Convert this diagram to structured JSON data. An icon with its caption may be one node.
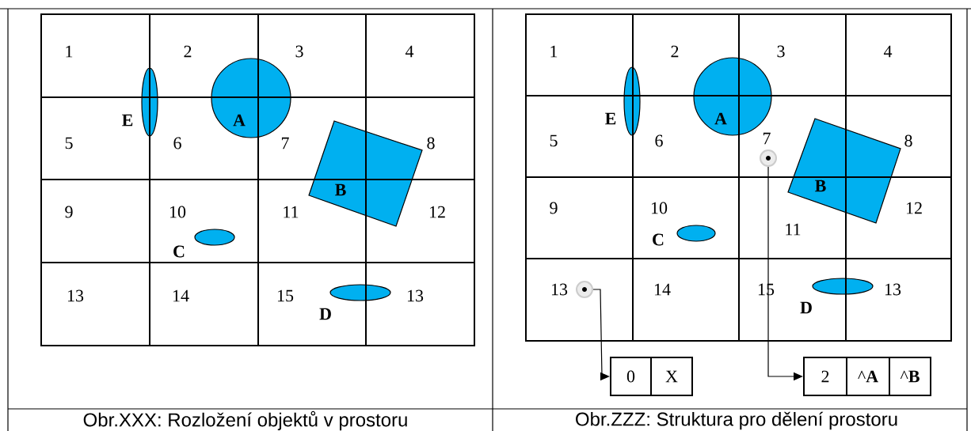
{
  "diagram": {
    "nodes": [
      {
        "text": [],
        "shape": "circle"
      },
      {
        "text": [],
        "shape": "circle"
      },
      {
        "text": [
          "0",
          "X"
        ]
      },
      {
        "text": [
          "2",
          "^**A**",
          "^**B**"
        ]
      }
    ],
    "edges": [
      {
        "from": 0,
        "to": 2,
        "arrow": "to"
      },
      {
        "from": 1,
        "to": 3,
        "arrow": "to"
      }
    ],
    "labels": [
      "1",
      "2",
      "3",
      "4",
      "E",
      "A",
      "5",
      "6",
      "7",
      "8",
      "B",
      "9",
      "10",
      "11",
      "12",
      "C",
      "13",
      "14",
      "15",
      "13",
      "D",
      "Obr.XXX: Rozložení objektů v prostoru",
      "1",
      "2",
      "3",
      "4",
      "E",
      "A",
      "5",
      "6",
      "7",
      "8",
      "B",
      "9",
      "10",
      "11",
      "12",
      "C",
      "13",
      "14",
      "15",
      "13",
      "D",
      "Obr.ZZZ: Struktura pro dělení prostoru"
    ]
  }
}
